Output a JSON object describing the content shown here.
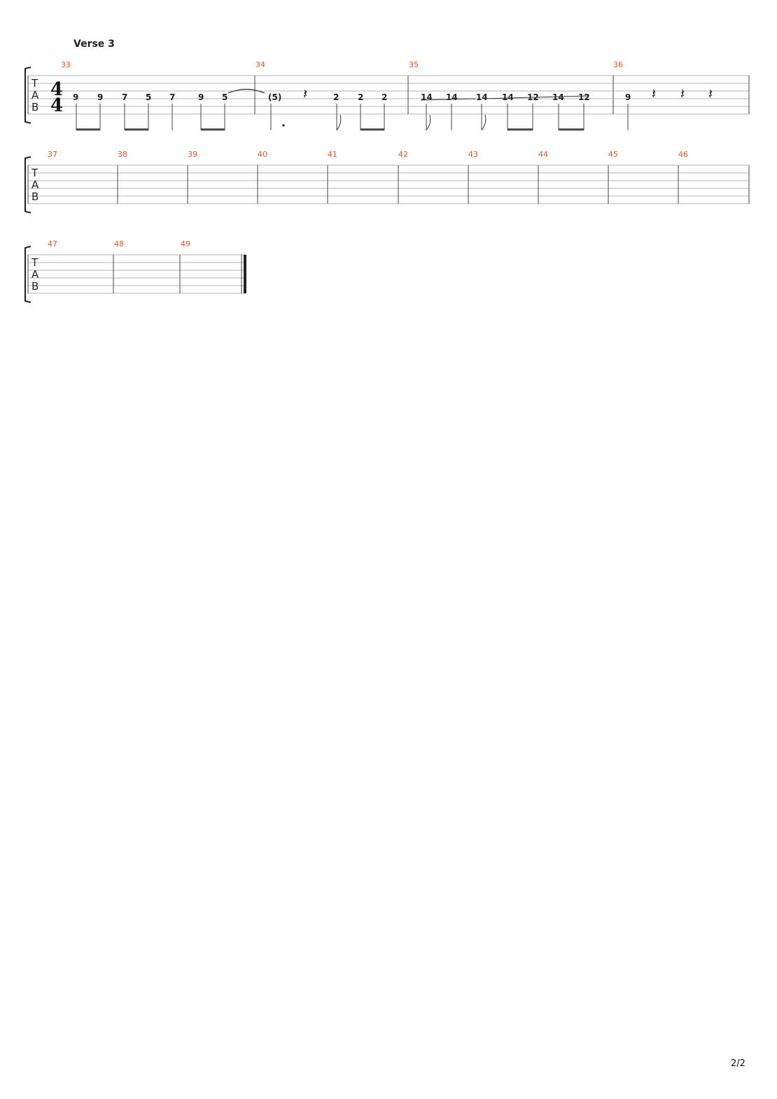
{
  "section": "Verse 3",
  "page_indicator": "2/2",
  "tab_letters": [
    "T",
    "A",
    "B"
  ],
  "time_signature": {
    "top": "4",
    "bottom": "4"
  },
  "systems": [
    {
      "measures": [
        "33",
        "34",
        "35",
        "36"
      ]
    },
    {
      "measures": [
        "37",
        "38",
        "39",
        "40",
        "41",
        "42",
        "43",
        "44",
        "45",
        "46"
      ]
    },
    {
      "measures": [
        "47",
        "48",
        "49"
      ]
    }
  ],
  "notes": [
    {
      "measure": "33",
      "frets": [
        "9",
        "9",
        "7",
        "5",
        "7",
        "9",
        "5"
      ]
    },
    {
      "measure": "34",
      "frets": [
        "(5)",
        "2",
        "2",
        "2"
      ]
    },
    {
      "measure": "35",
      "frets": [
        "14",
        "14",
        "14",
        "14",
        "12",
        "14",
        "12"
      ]
    },
    {
      "measure": "36",
      "frets": [
        "9"
      ]
    }
  ],
  "rest_symbol": "𝄽"
}
